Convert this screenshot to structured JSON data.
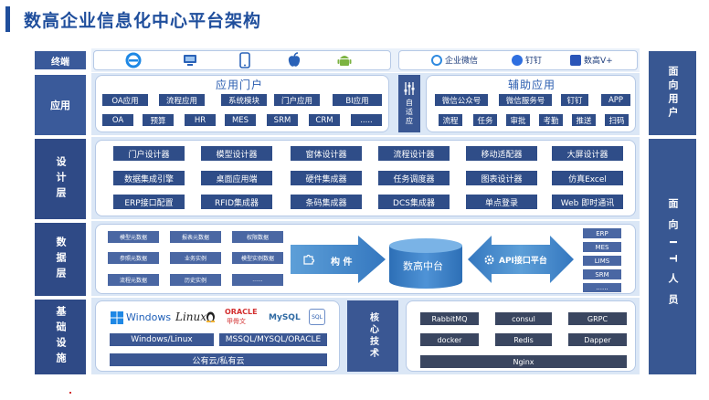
{
  "title": "数高企业信息化中心平台架构",
  "layers": {
    "terminal": "终端",
    "application": "应用",
    "design": "设计层",
    "data": "数据层",
    "infra": "基础设施"
  },
  "terminal": {
    "icons": [
      "ie-icon",
      "desktop-icon",
      "mobile-icon",
      "apple-icon",
      "android-icon"
    ],
    "apps": [
      "企业微信",
      "钉钉",
      "数高V+"
    ]
  },
  "app_portal": {
    "title": "应用门户",
    "row1": [
      "OA应用",
      "流程应用",
      "系统模块",
      "门户应用",
      "BI应用"
    ],
    "row2": [
      "OA",
      "预算",
      "HR",
      "MES",
      "SRM",
      "CRM",
      "....."
    ]
  },
  "adaptive": "自适应",
  "aux_app": {
    "title": "辅助应用",
    "row1": [
      "微信公众号",
      "微信服务号",
      "钉钉",
      "APP"
    ],
    "row2": [
      "流程",
      "任务",
      "审批",
      "考勤",
      "推送",
      "扫码"
    ]
  },
  "design": {
    "row1": [
      "门户设计器",
      "模型设计器",
      "窗体设计器",
      "流程设计器",
      "移动适配器",
      "大屏设计器"
    ],
    "row2": [
      "数据集成引擎",
      "桌面应用端",
      "硬件集成器",
      "任务调度器",
      "图表设计器",
      "仿真Excel"
    ],
    "row3": [
      "ERP接口配置",
      "RFID集成器",
      "条码集成器",
      "DCS集成器",
      "单点登录",
      "Web 即时通讯"
    ]
  },
  "data": {
    "metadata": [
      [
        "模型元数据",
        "报表元数据",
        "权限数据"
      ],
      [
        "参照元数据",
        "业务实例",
        "模型实例数据"
      ],
      [
        "流程元数据",
        "历史实例",
        "......"
      ]
    ],
    "build": "构 件",
    "center": "数高中台",
    "api": "API接口平台",
    "systems": [
      "ERP",
      "MES",
      "LIMS",
      "SRM",
      "......"
    ]
  },
  "infra": {
    "logos": [
      "Windows",
      "Linux",
      "ORACLE",
      "MySQL",
      "SQL"
    ],
    "oracle_sub": "甲骨文",
    "os": "Windows/Linux",
    "db": "MSSQL/MYSQL/ORACLE",
    "cloud": "公有云/私有云",
    "core_tech": "核心技术",
    "tech": [
      "RabbitMQ",
      "consul",
      "GRPC",
      "docker",
      "Redis",
      "Dapper"
    ],
    "nginx": "Nginx"
  },
  "right": {
    "users": "面向用户",
    "it": "面向IT人员"
  },
  "colors": {
    "primary": "#2f4d88",
    "accent": "#4d9ad8",
    "title": "#1f4e9c"
  }
}
